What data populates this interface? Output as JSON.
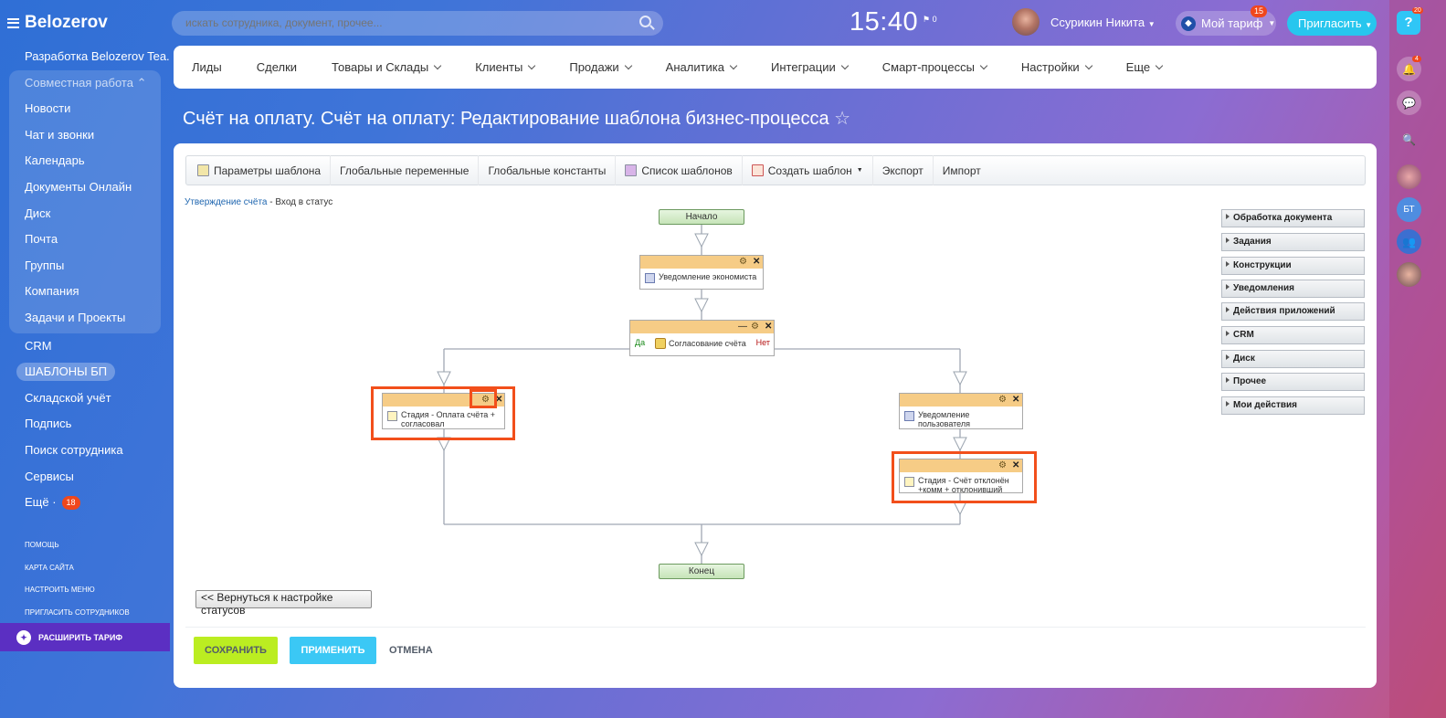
{
  "brand": "Belozerov",
  "sidebar": {
    "portal": "Разработка Belozerov Tea...",
    "group_title": "Совместная работа",
    "group_items": [
      "Новости",
      "Чат и звонки",
      "Календарь",
      "Документы Онлайн",
      "Диск",
      "Почта",
      "Группы",
      "Компания",
      "Задачи и Проекты"
    ],
    "items": [
      "CRM",
      "ШАБЛОНЫ БП",
      "Складской учёт",
      "Подпись",
      "Поиск сотрудника",
      "Сервисы"
    ],
    "more_label": "Ещё ·",
    "more_badge": "18",
    "small_links": [
      "Помощь",
      "Карта сайта",
      "Настроить меню",
      "Пригласить сотрудников"
    ],
    "upgrade": "Расширить тариф"
  },
  "header": {
    "search_placeholder": "искать сотрудника, документ, прочее...",
    "clock": "15:40",
    "flag_count": "0",
    "user_name": "Ссурикин Никита",
    "tariff": "Мой тариф",
    "tariff_badge": "15",
    "invite": "Пригласить",
    "help_badge": "20",
    "bell_badge": "4",
    "rb_user_initials": "БТ"
  },
  "topmenu": [
    "Лиды",
    "Сделки",
    "Товары и Склады",
    "Клиенты",
    "Продажи",
    "Аналитика",
    "Интеграции",
    "Смарт-процессы",
    "Настройки",
    "Еще"
  ],
  "page_title": "Счёт на оплату. Счёт на оплату: Редактирование шаблона бизнес-процесса",
  "toolbar": [
    "Параметры шаблона",
    "Глобальные переменные",
    "Глобальные константы",
    "Список шаблонов",
    "Создать шаблон",
    "Экспорт",
    "Импорт"
  ],
  "breadcrumb": {
    "link": "Утверждение счёта",
    "rest": " - Вход в статус"
  },
  "diagram": {
    "start": "Начало",
    "end": "Конец",
    "notify_economist": "Уведомление экономиста",
    "approval": "Согласование счёта",
    "yes": "Да",
    "no": "Нет",
    "stage_paid": "Стадия - Оплата счёта + согласовал",
    "notify_user": "Уведомление пользователя",
    "stage_rejected": "Стадия - Счёт отклонён +комм + отклонивший"
  },
  "palette": [
    "Обработка документа",
    "Задания",
    "Конструкции",
    "Уведомления",
    "Действия приложений",
    "CRM",
    "Диск",
    "Прочее",
    "Мои действия"
  ],
  "back_button": "<< Вернуться к настройке статусов",
  "buttons": {
    "save": "СОХРАНИТЬ",
    "apply": "ПРИМЕНИТЬ",
    "cancel": "ОТМЕНА"
  },
  "colors": {
    "accent_green": "#bbed21",
    "accent_blue": "#3bc8f5",
    "highlight": "#f24f1b",
    "activity_header": "#f6cc86"
  }
}
